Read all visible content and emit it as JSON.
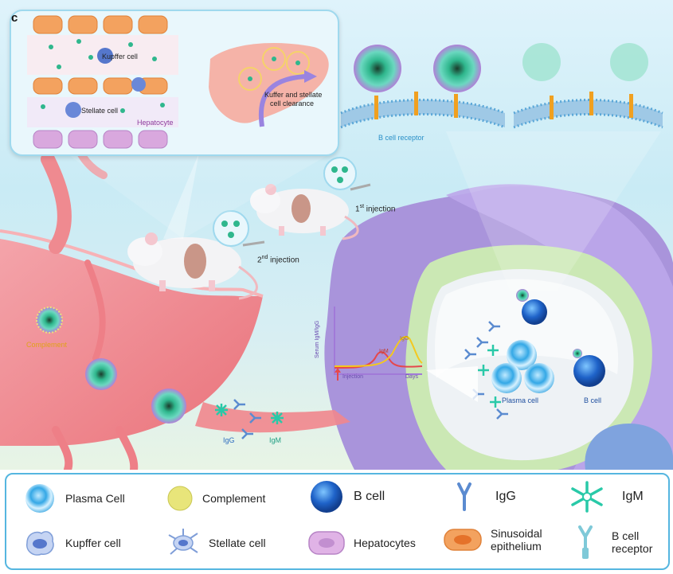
{
  "panel": {
    "label": "c"
  },
  "inset": {
    "kupffer_label": "Kupffer cell",
    "stellate_label": "Stellate cell",
    "hepatocyte_label": "Hepatocyte",
    "clearance_label_line1": "Kuffer and stellate",
    "clearance_label_line2": "cell clearance"
  },
  "membrane": {
    "receptor_label": "B cell receptor"
  },
  "injections": {
    "first_ordinal": "1",
    "first_sup": "st",
    "first_rest": " injection",
    "second_ordinal": "2",
    "second_sup": "nd",
    "second_rest": " injection"
  },
  "vessel": {
    "complement_label": "Complement",
    "igg_label": "IgG",
    "igm_label": "IgM"
  },
  "curve": {
    "ylabel": "Serum IgM/IgG",
    "xlabel": "Days",
    "injection_label": "Injection",
    "igm_peak": "IgM",
    "igg_peak": "IgG"
  },
  "spleen": {
    "plasma_cell_label": "Plasma cell",
    "b_cell_label": "B cell"
  },
  "legend": {
    "items": [
      {
        "label": "Plasma Cell"
      },
      {
        "label": "Complement"
      },
      {
        "label": "B cell"
      },
      {
        "label": "IgG"
      },
      {
        "label": "IgM"
      },
      {
        "label": "Kupffer cell"
      },
      {
        "label": "Stellate cell"
      },
      {
        "label": "Hepatocytes"
      },
      {
        "label_line1": "Sinusoidal",
        "label_line2": "epithelium"
      },
      {
        "label_line1": "B cell",
        "label_line2": "receptor"
      }
    ]
  },
  "colors": {
    "border_blue": "#55b6e0",
    "vessel_red": "#f07f86",
    "spleen_purple": "#a98fd6",
    "spleen_green": "#c9e7b0",
    "igg_blue": "#5b8bd0",
    "igm_teal": "#29c9a8",
    "complement_yellow": "#e8e57a",
    "hepatocyte_pink": "#d9a8de",
    "epithelium_orange": "#f08b3a"
  }
}
